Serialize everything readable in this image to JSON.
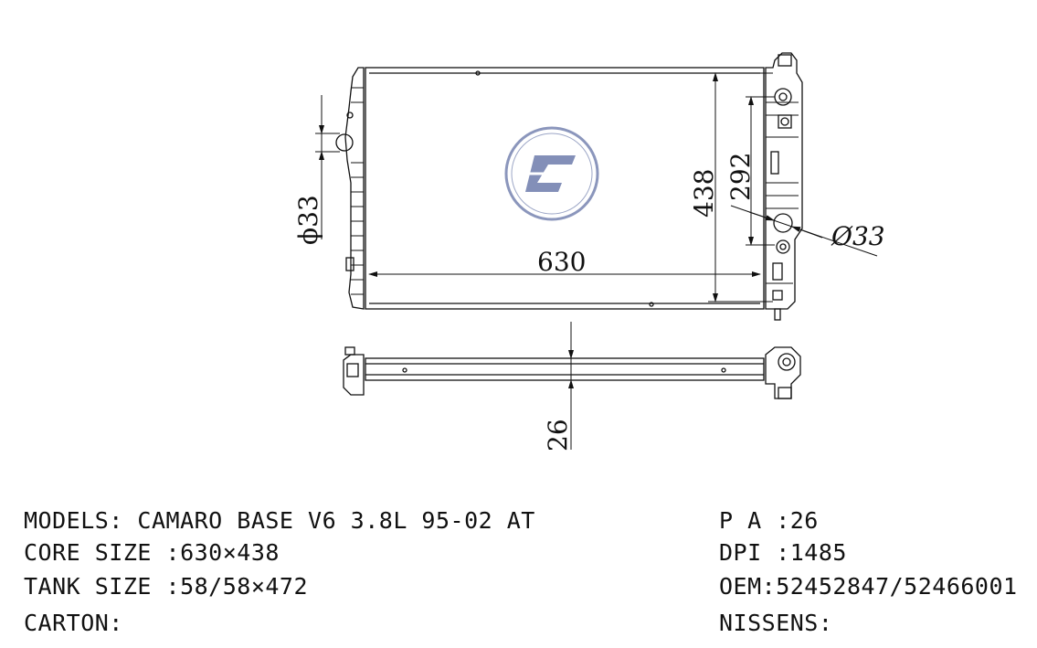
{
  "drawing": {
    "dimensions": {
      "width": "630",
      "height": "438",
      "pipe_spacing": "292",
      "inlet_diameter": "ϕ33",
      "outlet_diameter": "Ø33",
      "thickness": "26"
    }
  },
  "specs": {
    "models": "MODELS: CAMARO BASE V6 3.8L 95-02 AT",
    "core_size": "CORE SIZE :630×438",
    "tank_size": "TANK SIZE :58/58×472",
    "carton": "CARTON:",
    "pa": "P A :26",
    "dpi": "DPI :1485",
    "oem": "OEM:52452847/52466001",
    "nissens": "NISSENS:"
  }
}
